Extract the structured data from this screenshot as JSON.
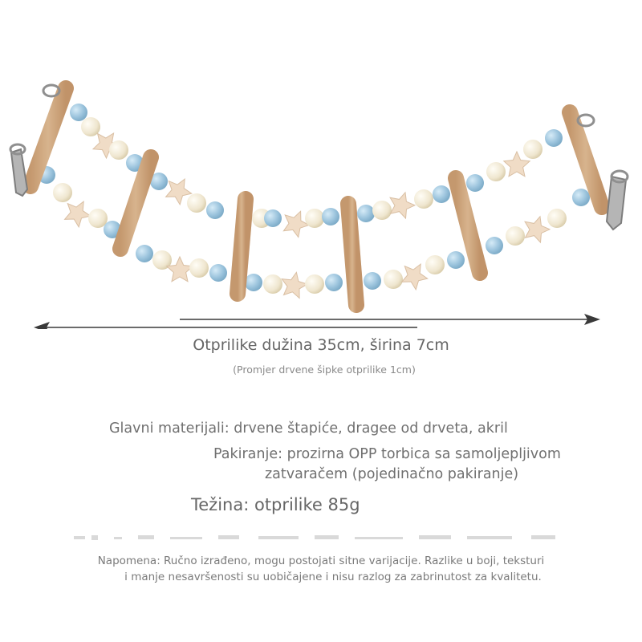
{
  "dimensions": {
    "length": "Otprilike dužina 35cm, širina 7cm",
    "rod_diameter": "(Promjer drvene šipke otprilike 1cm)"
  },
  "specs": {
    "materials": "Glavni materijali: drvene štapiće, dragee od drveta, akril",
    "packaging_line1": "Pakiranje: prozirna OPP torbica sa samoljepljivom",
    "packaging_line2": "zatvaračem (pojedinačno pakiranje)",
    "weight": "Težina: otprilike 85g"
  },
  "note": {
    "line1": "Napomena: Ručno izrađeno, mogu postojati sitne varijacije. Razlike u boji, teksturi",
    "line2": "i manje nesavršenosti su uobičajene i nisu razlog za zabrinutost za kvalitetu."
  },
  "colors": {
    "wood": "#d9b48f",
    "bead_blue": "#9fc6df",
    "bead_cream": "#f2ead6",
    "star": "#f0dcc6",
    "metal": "#9a9a9a",
    "text": "#6f6f6f"
  }
}
